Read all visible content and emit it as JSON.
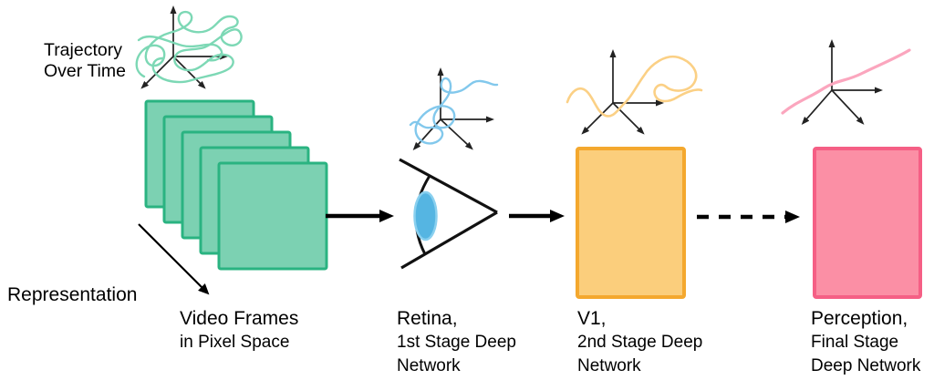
{
  "diagram": {
    "trajectory_label": {
      "line1": "Trajectory",
      "line2": "Over Time"
    },
    "representation_label": "Representation",
    "stages": {
      "video": {
        "title": "Video Frames",
        "subtitle": "in Pixel Space"
      },
      "retina": {
        "title": "Retina,",
        "line2": "1st Stage Deep",
        "line3": "Network"
      },
      "v1": {
        "title": "V1,",
        "line2": "2nd Stage Deep",
        "line3": "Network"
      },
      "perception": {
        "title": "Perception,",
        "line2": "Final Stage",
        "line3": "Deep Network"
      }
    },
    "connections": [
      {
        "from": "video-frames",
        "to": "retina",
        "style": "solid-arrow"
      },
      {
        "from": "retina",
        "to": "v1",
        "style": "solid-arrow"
      },
      {
        "from": "v1",
        "to": "perception",
        "style": "dashed-arrow"
      }
    ]
  },
  "colors": {
    "background": "#ffffff",
    "text": "#000000",
    "axis": "#222222",
    "arrow": "#000000",
    "frame_fill": "#7CD1B2",
    "frame_stroke": "#2AB381",
    "trajectory_scribble": "#7DD8B5",
    "retina_scribble": "#82C8EC",
    "iris_fill": "#55B5E2",
    "iris_stroke": "#8AD0EF",
    "eye_outline": "#111111",
    "v1_fill": "#FBCE7C",
    "v1_stroke": "#F4A82E",
    "v1_scribble": "#FBD085",
    "perception_fill": "#FB8FA5",
    "perception_stroke": "#F55F85",
    "perception_curve": "#FBA6BE"
  },
  "icons": {
    "axes": "3d-axes-icon",
    "eye": "eye-icon"
  }
}
